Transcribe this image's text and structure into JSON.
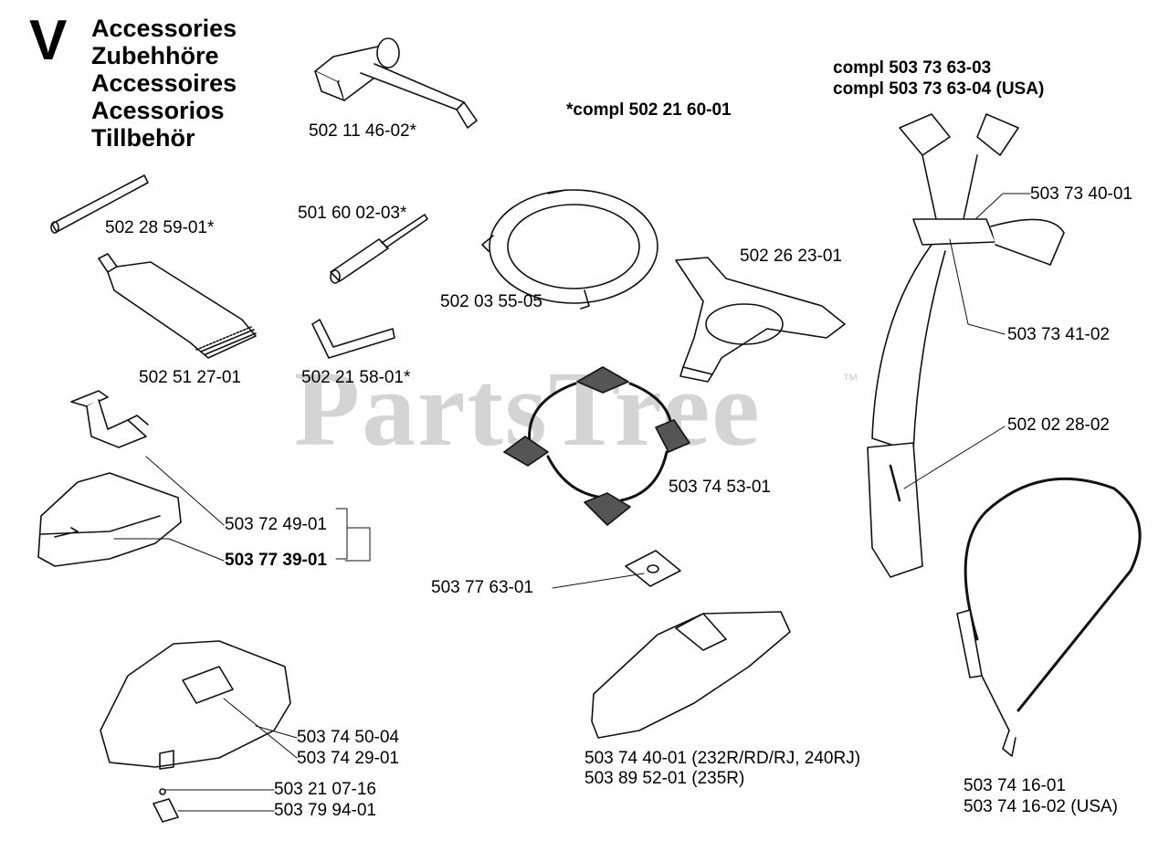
{
  "section_letter": "V",
  "titles": [
    "Accessories",
    "Zubehhöre",
    "Accessoires",
    "Acessorios",
    "Tillbehör"
  ],
  "watermark": "PartsTree",
  "watermark_tm": "™",
  "kit_note": "*compl 502 21 60-01",
  "harness_kit": [
    "compl 503 73 63-03",
    "compl 503 73 63-04 (USA)"
  ],
  "parts": {
    "p1": "502 11 46-02*",
    "p2": "502 28 59-01*",
    "p3": "501 60 02-03*",
    "p4": "502 51 27-01",
    "p5": "502 21 58-01*",
    "p6": "502 03 55-05",
    "p7": "502 26 23-01",
    "p8": "503 73 40-01",
    "p9": "503 73 41-02",
    "p10": "502 02 28-02",
    "p11": "503 74 53-01",
    "p12": "503 72 49-01",
    "p13": "503 77 39-01",
    "p14": "503 77 63-01",
    "p15": "503 74 50-04",
    "p16": "503 74 29-01",
    "p17": "503 21 07-16",
    "p18": "503 79 94-01",
    "p19": "503 74 40-01 (232R/RD/RJ, 240RJ)",
    "p20": "503 89 52-01 (235R)",
    "p21": "503 74 16-01",
    "p22": "503 74 16-02 (USA)"
  }
}
